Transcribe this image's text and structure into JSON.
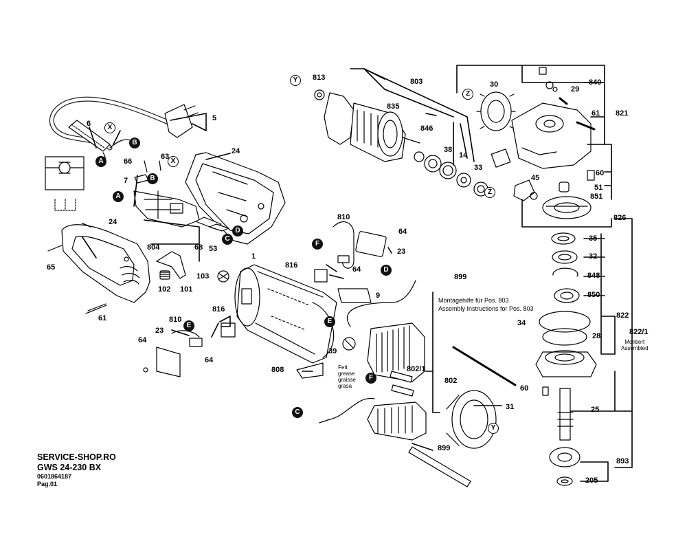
{
  "footer": {
    "shop": "SERVICE-SHOP.RO",
    "model": "GWS 24-230 BX",
    "code": "0601864187",
    "page": "Pag.01"
  },
  "notes": {
    "montage_de": "Montagehilfe für Pos. 803",
    "montage_en": "Assembly Instructions for Pos. 803",
    "fett": [
      "Fett",
      "grease",
      "graisse",
      "grasa"
    ],
    "montiert": [
      "Montiert",
      "Assembled"
    ]
  },
  "parts": [
    {
      "id": "813",
      "label": "813"
    },
    {
      "id": "803",
      "label": "803"
    },
    {
      "id": "835",
      "label": "835"
    },
    {
      "id": "846",
      "label": "846"
    },
    {
      "id": "38",
      "label": "38"
    },
    {
      "id": "14",
      "label": "14"
    },
    {
      "id": "33",
      "label": "33"
    },
    {
      "id": "30",
      "label": "30"
    },
    {
      "id": "840",
      "label": "840"
    },
    {
      "id": "29",
      "label": "29"
    },
    {
      "id": "61a",
      "label": "61"
    },
    {
      "id": "821",
      "label": "821"
    },
    {
      "id": "45",
      "label": "45"
    },
    {
      "id": "60a",
      "label": "60"
    },
    {
      "id": "51",
      "label": "51"
    },
    {
      "id": "851",
      "label": "851"
    },
    {
      "id": "826",
      "label": "826"
    },
    {
      "id": "35",
      "label": "35"
    },
    {
      "id": "32",
      "label": "32"
    },
    {
      "id": "848",
      "label": "848"
    },
    {
      "id": "850",
      "label": "850"
    },
    {
      "id": "34",
      "label": "34"
    },
    {
      "id": "822",
      "label": "822"
    },
    {
      "id": "822_1",
      "label": "822/1"
    },
    {
      "id": "28",
      "label": "28"
    },
    {
      "id": "60b",
      "label": "60"
    },
    {
      "id": "25",
      "label": "25"
    },
    {
      "id": "893",
      "label": "893"
    },
    {
      "id": "205",
      "label": "205"
    },
    {
      "id": "6",
      "label": "6"
    },
    {
      "id": "5",
      "label": "5"
    },
    {
      "id": "24a",
      "label": "24"
    },
    {
      "id": "66",
      "label": "66"
    },
    {
      "id": "63",
      "label": "63"
    },
    {
      "id": "7",
      "label": "7"
    },
    {
      "id": "24b",
      "label": "24"
    },
    {
      "id": "65",
      "label": "65"
    },
    {
      "id": "804",
      "label": "804"
    },
    {
      "id": "68",
      "label": "68"
    },
    {
      "id": "53",
      "label": "53"
    },
    {
      "id": "102",
      "label": "102"
    },
    {
      "id": "101",
      "label": "101"
    },
    {
      "id": "61b",
      "label": "61"
    },
    {
      "id": "1",
      "label": "1"
    },
    {
      "id": "103",
      "label": "103"
    },
    {
      "id": "810a",
      "label": "810"
    },
    {
      "id": "64a",
      "label": "64"
    },
    {
      "id": "23a",
      "label": "23"
    },
    {
      "id": "816a",
      "label": "816"
    },
    {
      "id": "64b",
      "label": "64"
    },
    {
      "id": "9",
      "label": "9"
    },
    {
      "id": "899a",
      "label": "899"
    },
    {
      "id": "816b",
      "label": "816"
    },
    {
      "id": "810b",
      "label": "810"
    },
    {
      "id": "23b",
      "label": "23"
    },
    {
      "id": "64c",
      "label": "64"
    },
    {
      "id": "64d",
      "label": "64"
    },
    {
      "id": "39",
      "label": "39"
    },
    {
      "id": "808",
      "label": "808"
    },
    {
      "id": "802_1",
      "label": "802/1"
    },
    {
      "id": "802",
      "label": "802"
    },
    {
      "id": "31",
      "label": "31"
    },
    {
      "id": "899b",
      "label": "899"
    }
  ],
  "markers": [
    {
      "id": "Y1",
      "letter": "Y",
      "style": "light"
    },
    {
      "id": "Z1",
      "letter": "Z",
      "style": "light"
    },
    {
      "id": "Z2",
      "letter": "Z",
      "style": "light"
    },
    {
      "id": "X1",
      "letter": "X",
      "style": "light"
    },
    {
      "id": "X2",
      "letter": "X",
      "style": "light"
    },
    {
      "id": "Y2",
      "letter": "Y",
      "style": "light"
    },
    {
      "id": "B1",
      "letter": "B",
      "style": "dark"
    },
    {
      "id": "A1",
      "letter": "A",
      "style": "dark"
    },
    {
      "id": "B2",
      "letter": "B",
      "style": "dark"
    },
    {
      "id": "A2",
      "letter": "A",
      "style": "dark"
    },
    {
      "id": "D1",
      "letter": "D",
      "style": "dark"
    },
    {
      "id": "C1",
      "letter": "C",
      "style": "dark"
    },
    {
      "id": "F1",
      "letter": "F",
      "style": "dark"
    },
    {
      "id": "D2",
      "letter": "D",
      "style": "dark"
    },
    {
      "id": "E1",
      "letter": "E",
      "style": "dark"
    },
    {
      "id": "E2",
      "letter": "E",
      "style": "dark"
    },
    {
      "id": "F2",
      "letter": "F",
      "style": "dark"
    },
    {
      "id": "C2",
      "letter": "C",
      "style": "dark"
    }
  ]
}
